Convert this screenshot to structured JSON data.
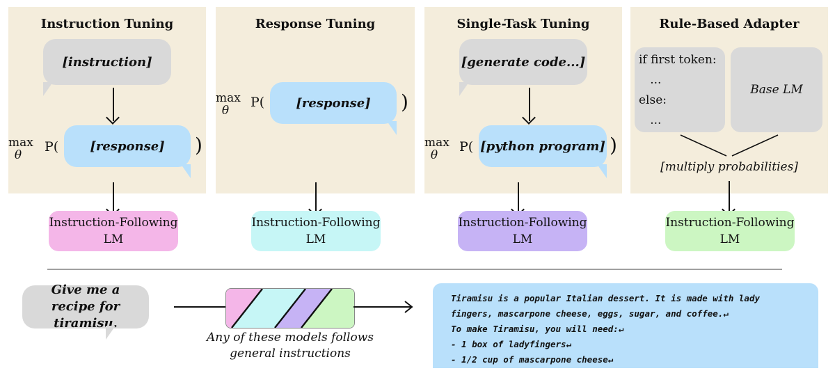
{
  "colors": {
    "panel_bg": "#f4eddc",
    "gray_bubble": "#d9d9d9",
    "blue_bubble": "#b9e0fb",
    "lm_pink": "#f4b6e8",
    "lm_cyan": "#c6f6f6",
    "lm_purple": "#c6b3f5",
    "lm_green": "#ccf6c2"
  },
  "panels": [
    {
      "title": "Instruction Tuning",
      "prompt": "[instruction]",
      "response": "[response]",
      "max": "max",
      "theta": "θ",
      "p": "P(",
      "close": ")",
      "lm": "Instruction-Following LM"
    },
    {
      "title": "Response Tuning",
      "response": "[response]",
      "max": "max",
      "theta": "θ",
      "p": "P(",
      "close": ")",
      "lm": "Instruction-Following LM"
    },
    {
      "title": "Single-Task Tuning",
      "prompt": "[generate code...]",
      "response": "[python program]",
      "max": "max",
      "theta": "θ",
      "p": "P(",
      "close": ")",
      "lm": "Instruction-Following LM"
    },
    {
      "title": "Rule-Based Adapter",
      "rule_code": "if first token:\n   ...\nelse:\n   ...",
      "base_lm": "Base LM",
      "multiply": "[multiply probabilities]",
      "lm": "Instruction-Following LM"
    }
  ],
  "bottom": {
    "user_prompt": "Give me a recipe for tiramisu.",
    "caption": "Any of these models follows general instructions",
    "answer_lines": [
      "Tiramisu is a popular Italian dessert. It is made with lady",
      "fingers, mascarpone cheese, eggs, sugar, and coffee.↵",
      "To make Tiramisu, you will need:↵",
      "- 1 box of ladyfingers↵",
      "- 1/2 cup of mascarpone cheese↵"
    ]
  }
}
